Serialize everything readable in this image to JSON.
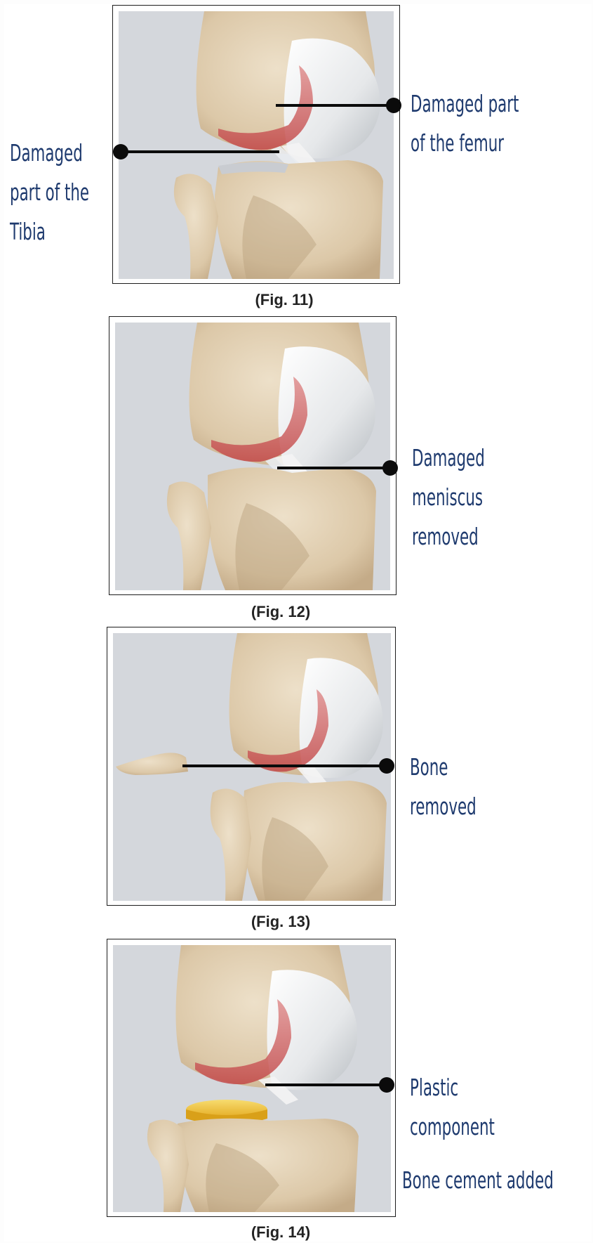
{
  "figures": [
    {
      "caption": "(Fig. 11)",
      "labels": [
        {
          "lines": [
            "Damaged part",
            "of the femur"
          ]
        },
        {
          "lines": [
            "Damaged",
            "part of the",
            "Tibia"
          ]
        }
      ]
    },
    {
      "caption": "(Fig. 12)",
      "labels": [
        {
          "lines": [
            "Damaged",
            "meniscus",
            "removed"
          ]
        }
      ]
    },
    {
      "caption": "(Fig. 13)",
      "labels": [
        {
          "lines": [
            "Bone",
            "removed"
          ]
        }
      ]
    },
    {
      "caption": "(Fig. 14)",
      "labels": [
        {
          "lines": [
            "Plastic",
            "component"
          ]
        },
        {
          "lines": [
            "Bone cement added"
          ]
        }
      ]
    }
  ],
  "colors": {
    "label_text": "#1e3a6e",
    "bone": "#e2cfb2",
    "bone_shadow": "#b9a282",
    "cartilage": "#f3f4f5",
    "damage_red": "#cc4a4a",
    "panel_bg": "#d6d9de",
    "plastic": "#f1c232"
  }
}
